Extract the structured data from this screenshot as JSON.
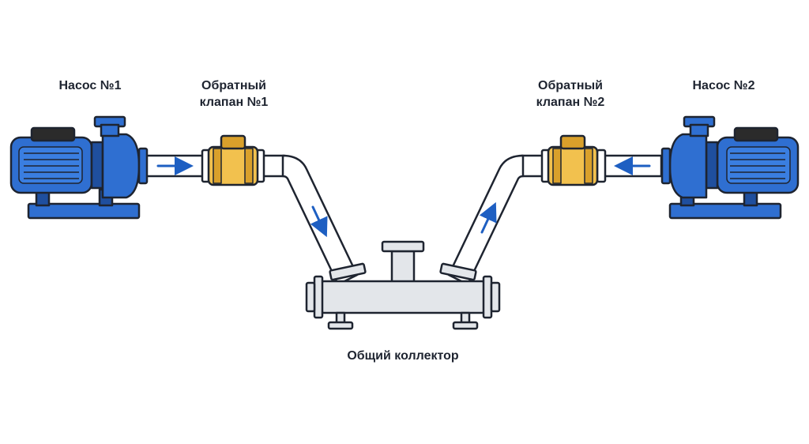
{
  "labels": {
    "pump_1": "Насос №1",
    "pump_2": "Насос №2",
    "check_valve_1": [
      "Обратный",
      "клапан №1"
    ],
    "check_valve_2": [
      "Обратный",
      "клапан №2"
    ],
    "manifold": "Общий коллектор"
  },
  "colors": {
    "pump_body": "#2f6fd1",
    "pump_dark": "#1f4f9e",
    "motor_cap": "#2b2b2b",
    "valve_body": "#f2c14e",
    "valve_dark": "#d9a02b",
    "pipe_fill": "#ffffff",
    "pipe_stroke": "#1e2430",
    "manifold_fill": "#e3e6ea",
    "arrow": "#1e5fc2"
  },
  "icons": [
    "pump-icon",
    "check-valve-icon",
    "manifold-icon",
    "flow-arrow-icon"
  ]
}
